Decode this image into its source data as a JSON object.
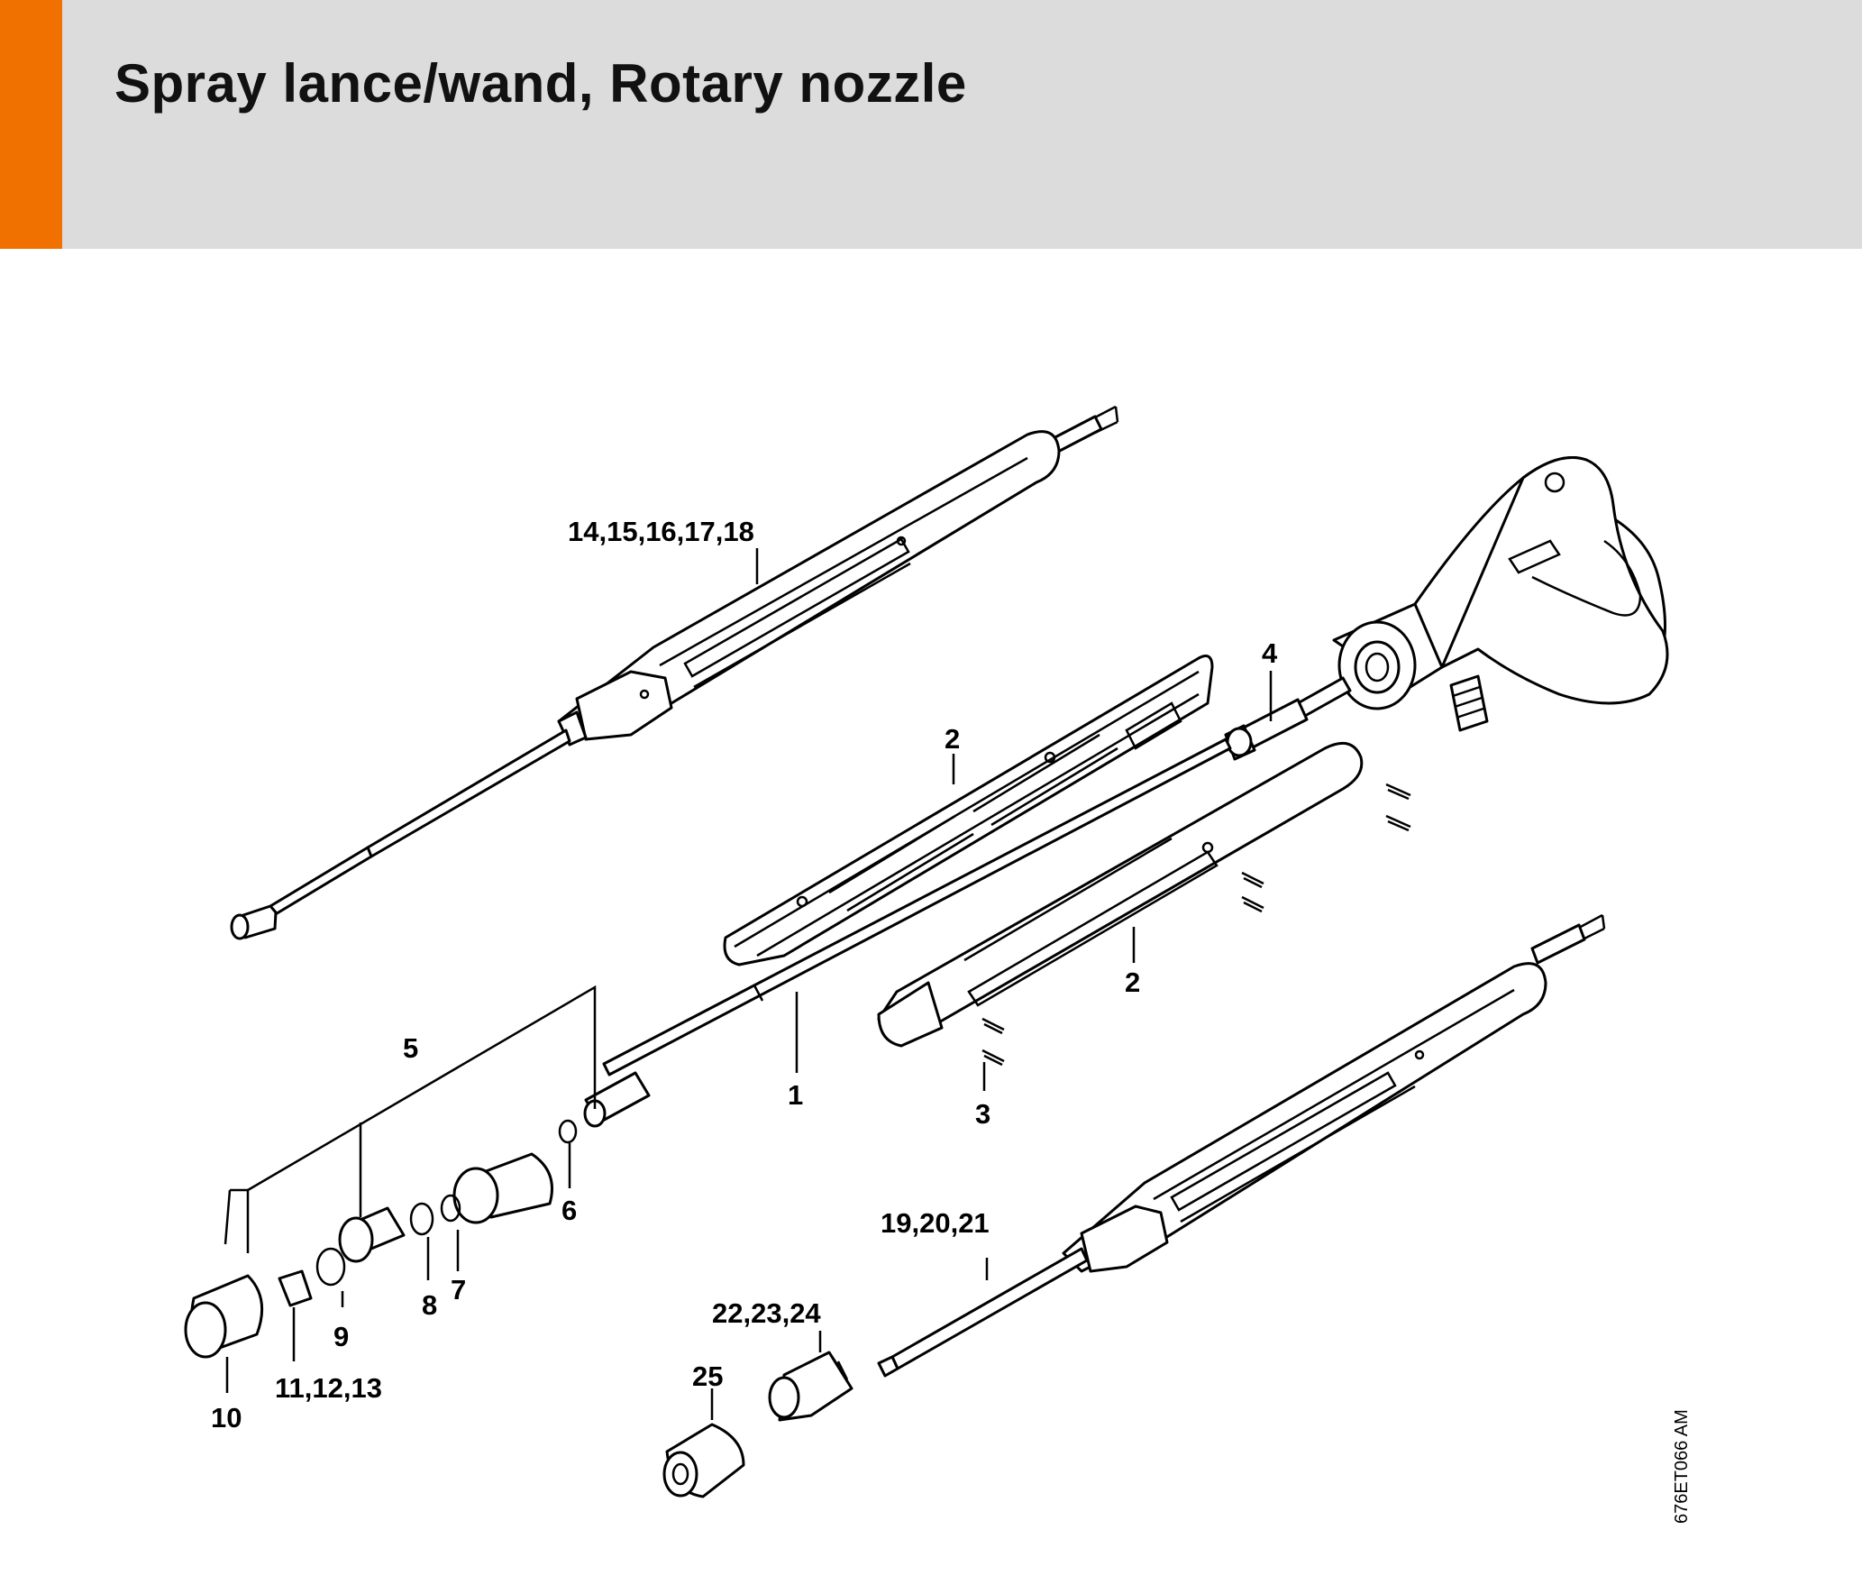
{
  "header": {
    "title": "Spray lance/wand, Rotary nozzle",
    "accent_color": "#f07000",
    "band_color": "#dcdcdc"
  },
  "diagram": {
    "reference_code": "676ET066 AM",
    "callouts": [
      {
        "id": "c1",
        "label": "1"
      },
      {
        "id": "c2a",
        "label": "2"
      },
      {
        "id": "c2b",
        "label": "2"
      },
      {
        "id": "c3",
        "label": "3"
      },
      {
        "id": "c4",
        "label": "4"
      },
      {
        "id": "c5",
        "label": "5"
      },
      {
        "id": "c6",
        "label": "6"
      },
      {
        "id": "c7",
        "label": "7"
      },
      {
        "id": "c8",
        "label": "8"
      },
      {
        "id": "c9",
        "label": "9"
      },
      {
        "id": "c10",
        "label": "10"
      },
      {
        "id": "c11",
        "label": "11,12,13"
      },
      {
        "id": "c14",
        "label": "14,15,16,17,18"
      },
      {
        "id": "c19",
        "label": "19,20,21"
      },
      {
        "id": "c22",
        "label": "22,23,24"
      },
      {
        "id": "c25",
        "label": "25"
      }
    ]
  }
}
